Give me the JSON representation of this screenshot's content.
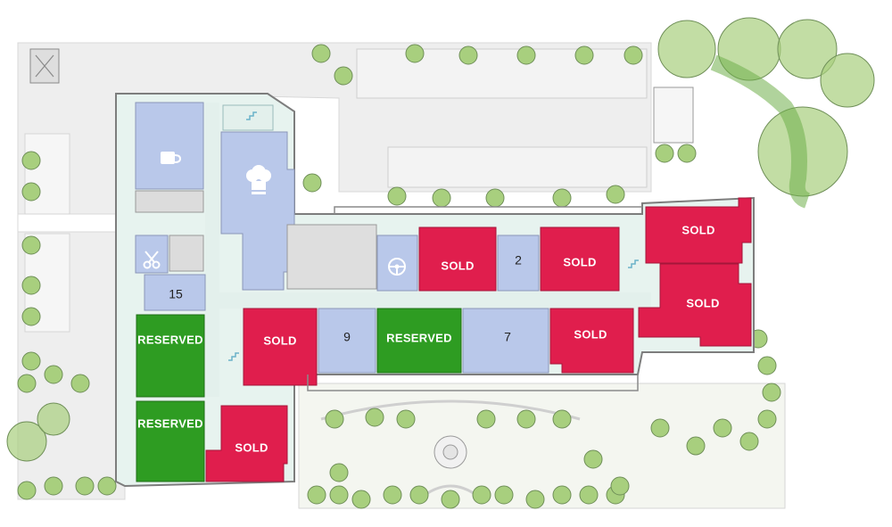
{
  "colors": {
    "sold": "#e01e4d",
    "reserved": "#2e9c22",
    "available": "#b9c8ea",
    "amenity": "#b9c8ea",
    "corridor": "#e6f2ee",
    "ground": "#f1f1f1",
    "tree": "#a8cf7e",
    "tree_dark": "#6fae4a",
    "building_outline": "#7d7d7d"
  },
  "units": {
    "u_sold_top_center": "SOLD",
    "u_2": "2",
    "u_sold_top_right": "SOLD",
    "u_sold_far_top": "SOLD",
    "u_sold_far_right": "SOLD",
    "u_15": "15",
    "u_reserved_left_top": "RESERVED",
    "u_sold_mid_left": "SOLD",
    "u_9": "9",
    "u_reserved_mid": "RESERVED",
    "u_7": "7",
    "u_sold_mid_right": "SOLD",
    "u_reserved_left_bottom": "RESERVED",
    "u_sold_bottom": "SOLD"
  },
  "icons": {
    "cafe": "coffee-cup-icon",
    "kitchen": "chef-hat-icon",
    "salon": "scissors-icon",
    "lounge": "steering-wheel-icon",
    "stairs": "stairs-icon"
  }
}
